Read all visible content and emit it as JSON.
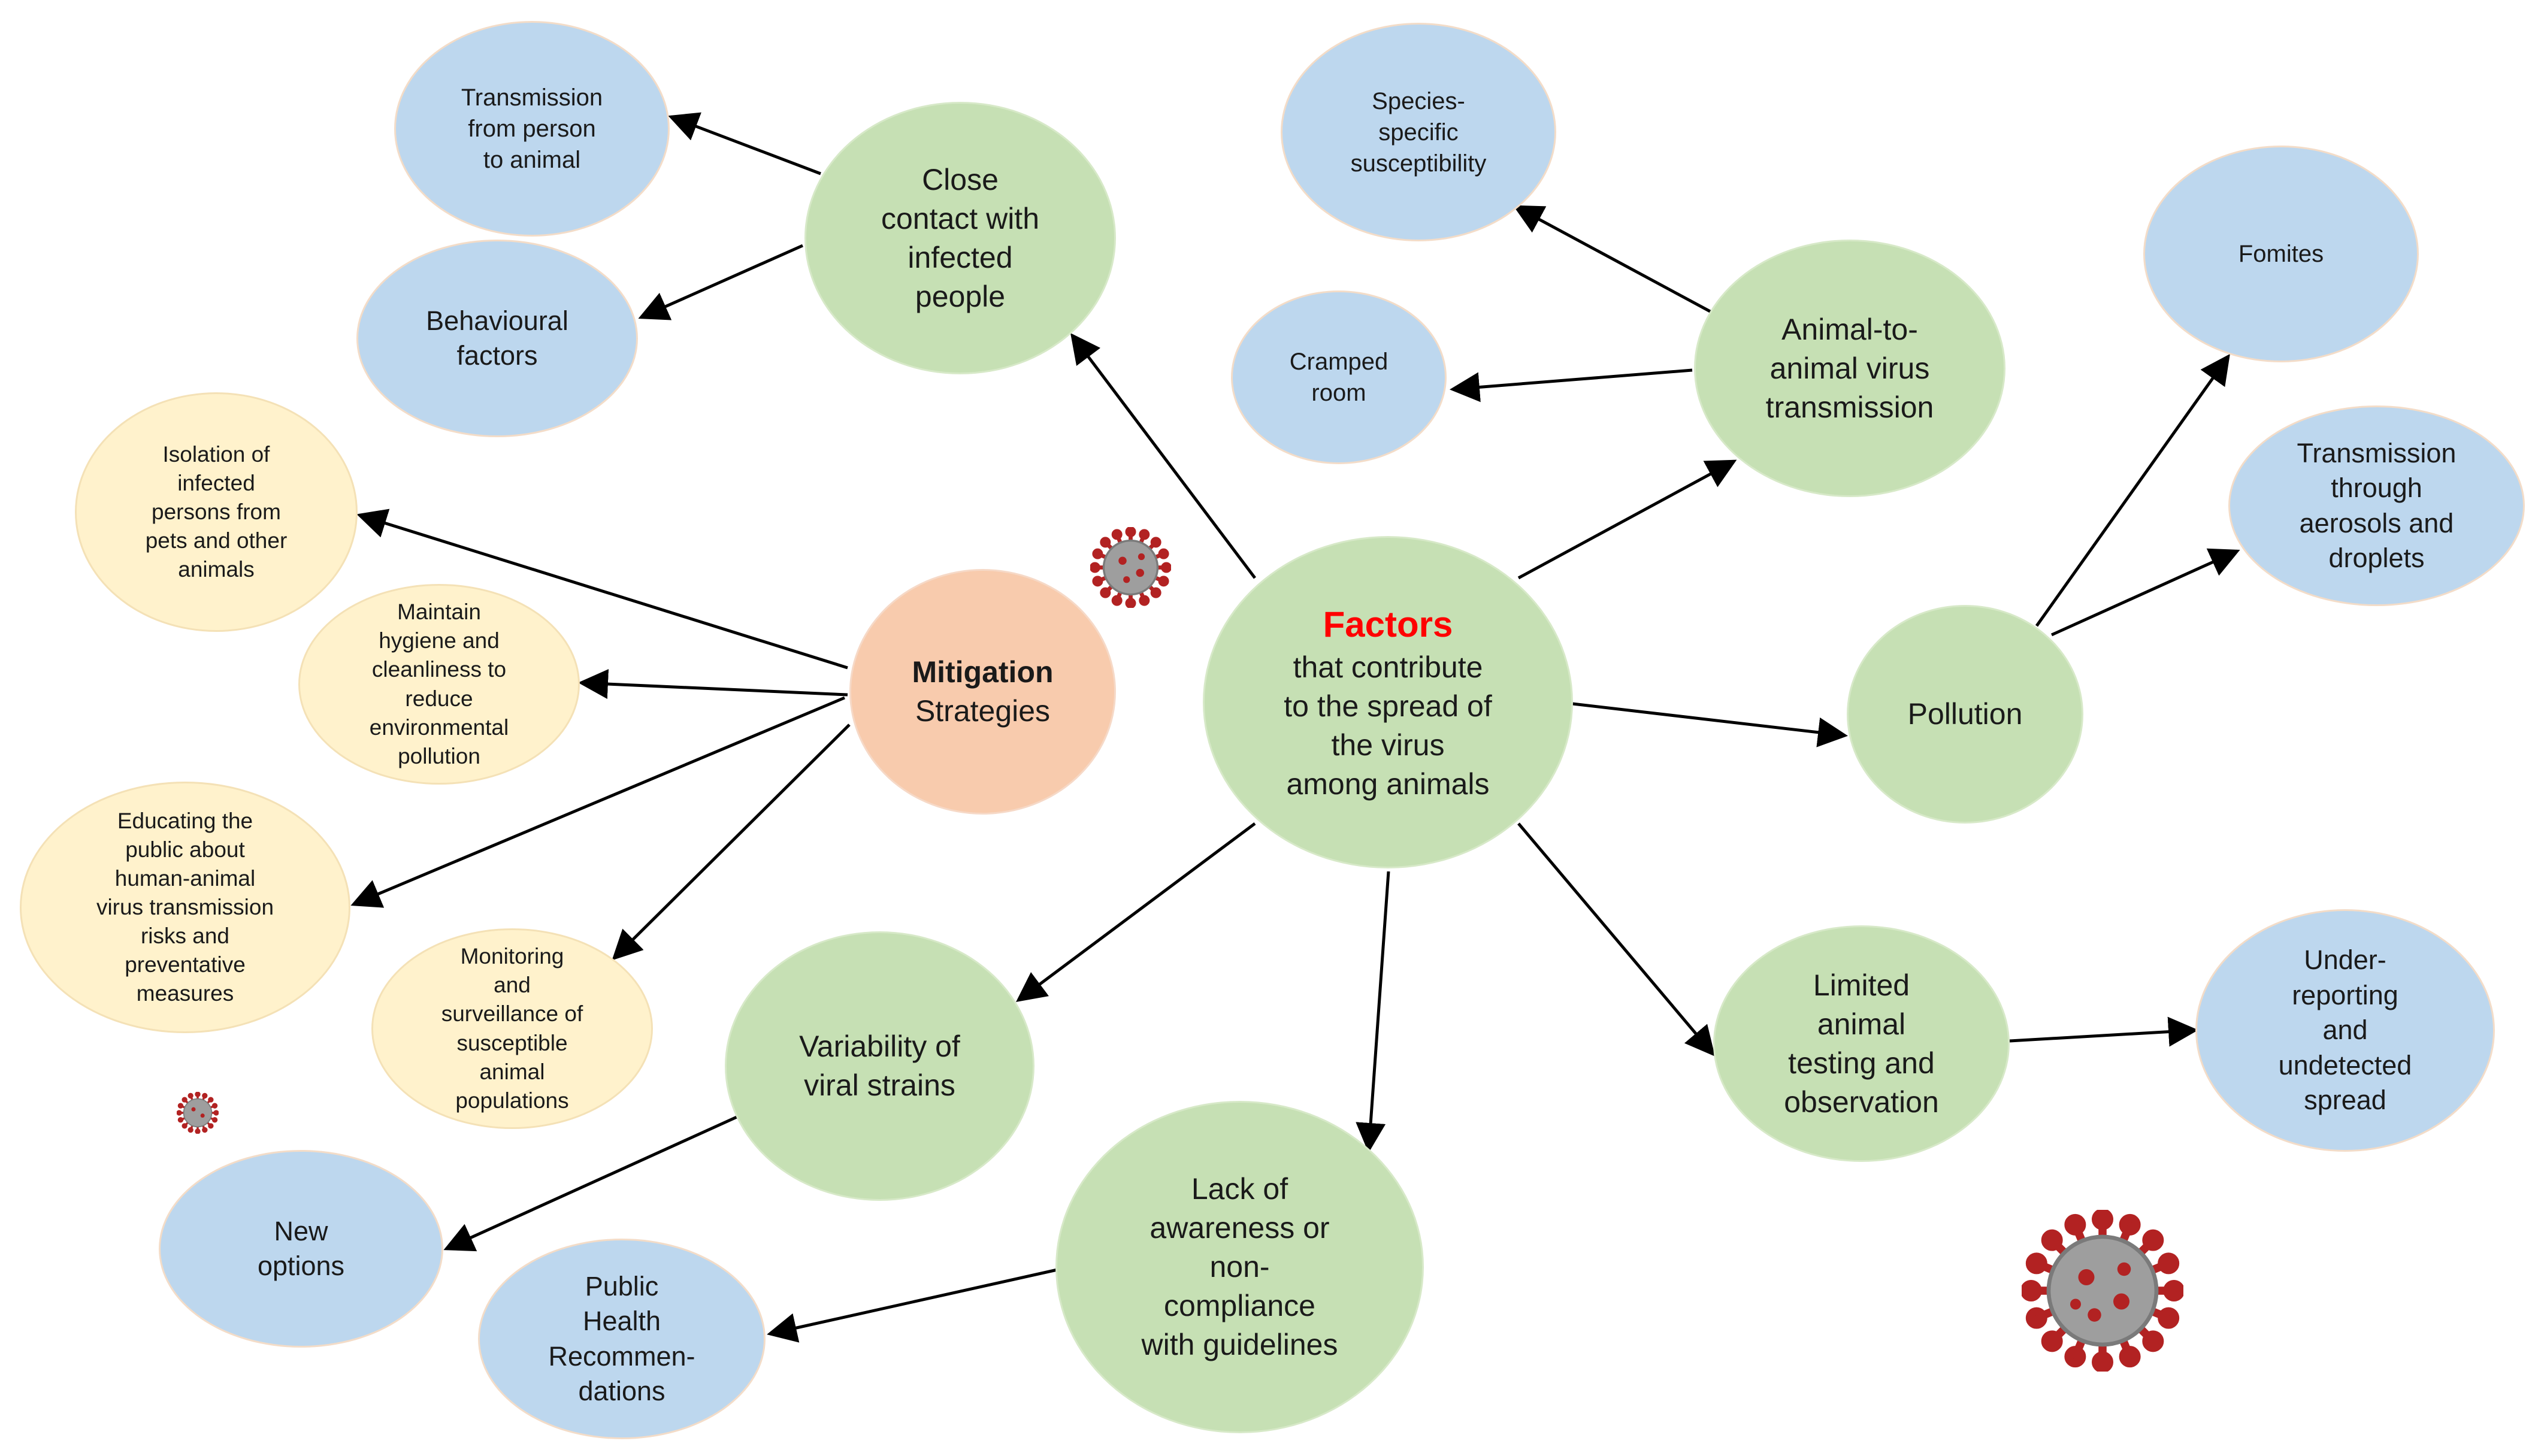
{
  "center": {
    "title": "Factors",
    "subtitle": "that contribute\nto the spread of\nthe virus\namong animals",
    "title_color": "#ff0000"
  },
  "mitigation": {
    "title": "Mitigation",
    "subtitle": "Strategies"
  },
  "factors": {
    "close_contact": "Close\ncontact with\ninfected\npeople",
    "animal_to_animal": "Animal-to-\nanimal virus\ntransmission",
    "pollution": "Pollution",
    "limited_testing": "Limited\nanimal\ntesting and\nobservation",
    "lack_of_awareness": "Lack of\nawareness or\nnon-\ncompliance\nwith guidelines",
    "variability": "Variability of\nviral strains"
  },
  "details": {
    "transmission_person_animal": "Transmission\nfrom person\nto animal",
    "behavioural": "Behavioural\nfactors",
    "species_specific": "Species-\nspecific\nsusceptibility",
    "cramped_room": "Cramped\nroom",
    "fomites": "Fomites",
    "aerosols": "Transmission\nthrough\naerosols and\ndroplets",
    "under_reporting": "Under-\nreporting\nand\nundetected\nspread",
    "public_health": "Public\nHealth\nRecommen-\ndations",
    "new_options": "New\noptions"
  },
  "strategies": {
    "isolation": "Isolation of\ninfected\npersons from\npets and other\nanimals",
    "hygiene": "Maintain\nhygiene and\ncleanliness to\nreduce\nenvironmental\npollution",
    "educating": "Educating the\npublic about\nhuman-animal\nvirus transmission\nrisks and\npreventative\nmeasures",
    "monitoring": "Monitoring\nand\nsurveillance of\nsusceptible\nanimal\npopulations"
  },
  "colors": {
    "factor_fill": "#c6e0b4",
    "detail_fill": "#bdd7ee",
    "strategy_fill": "#fff2cc",
    "mitigation_fill": "#f8cbad",
    "virus_core": "#9e9e9e",
    "virus_spikes": "#b22222"
  }
}
